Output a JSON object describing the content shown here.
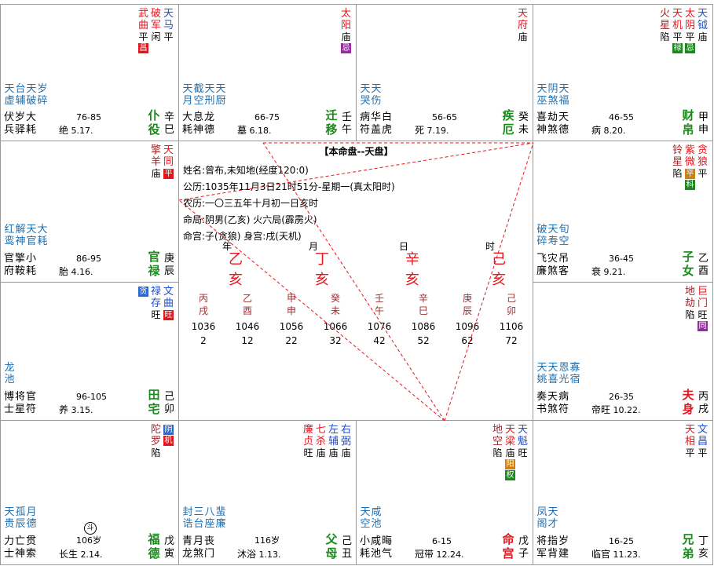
{
  "chart_title": "【本命盘--天盘】",
  "center": {
    "lines": [
      "姓名:曾布,未知地(经度120:0)",
      "公历:1035年11月3日21时51分-星期一(真太阳时)",
      "农历:一〇三五年十月初一日亥时",
      "命局:阴男(乙亥)    火六局(霹雳火)",
      "命宫:子(贪狼)       身宫:戌(天机)"
    ],
    "pillar_heads": [
      "年",
      "月",
      "日",
      "时"
    ],
    "pillars": [
      [
        "乙",
        "亥"
      ],
      [
        "丁",
        "亥"
      ],
      [
        "辛",
        "亥"
      ],
      [
        "己",
        "亥"
      ]
    ],
    "luck_gz": [
      [
        "丙",
        "戌"
      ],
      [
        "乙",
        "酉"
      ],
      [
        "甲",
        "申"
      ],
      [
        "癸",
        "未"
      ],
      [
        "壬",
        "午"
      ],
      [
        "辛",
        "巳"
      ],
      [
        "庚",
        "辰"
      ],
      [
        "己",
        "卯"
      ]
    ],
    "luck_years": [
      "1036",
      "1046",
      "1056",
      "1066",
      "1076",
      "1086",
      "1096",
      "1106"
    ],
    "luck_ages": [
      "2",
      "12",
      "22",
      "32",
      "42",
      "52",
      "62",
      "72"
    ]
  },
  "colors": {
    "hua_red": "#e8141b",
    "hua_green": "#1a8a1a",
    "hua_orange": "#d08010",
    "hua_purple": "#9a2aa0",
    "hua_blue": "#2a6ad0",
    "grid": "#9a9a9a"
  },
  "palaces": [
    {
      "id": "si",
      "row": 0,
      "col": 0,
      "stars": [
        {
          "name": [
            "天",
            "马"
          ],
          "color": "blue",
          "br": "平"
        },
        {
          "name": [
            "破",
            "军"
          ],
          "color": "red",
          "br": "闲"
        },
        {
          "name": [
            "武",
            "曲"
          ],
          "color": "red",
          "br": "平",
          "hua": "昌",
          "hua_color": "hua_red"
        }
      ],
      "minor": [
        [
          "天",
          "虚"
        ],
        [
          "台",
          "辅"
        ],
        [
          "天",
          "破"
        ],
        [
          "岁",
          "碎"
        ]
      ],
      "gods": [
        "伏岁大",
        "兵驿耗"
      ],
      "range": "76-85",
      "cs": "绝",
      "date": "5.17.",
      "palace": [
        "仆",
        "役"
      ],
      "gz": [
        "辛",
        "巳"
      ]
    },
    {
      "id": "wu",
      "row": 0,
      "col": 1,
      "stars": [
        {
          "name": [
            "太",
            "阳"
          ],
          "color": "red",
          "br": "庙",
          "hua": "忌",
          "hua_color": "hua_purple"
        }
      ],
      "minor": [
        [
          "天",
          "月"
        ],
        [
          "截",
          "空"
        ],
        [
          "天",
          "刑"
        ],
        [
          "天",
          "厨"
        ]
      ],
      "gods": [
        "大息龙",
        "耗神德"
      ],
      "range": "66-75",
      "cs": "墓",
      "date": "6.18.",
      "palace": [
        "迁",
        "移"
      ],
      "gz": [
        "壬",
        "午"
      ]
    },
    {
      "id": "wei",
      "row": 0,
      "col": 2,
      "stars": [
        {
          "name": [
            "天",
            "府"
          ],
          "color": "red",
          "br": "庙"
        }
      ],
      "minor": [
        [
          "天",
          "哭"
        ],
        [
          "天",
          "伤"
        ]
      ],
      "gods": [
        "病华白",
        "符盖虎"
      ],
      "range": "56-65",
      "cs": "死",
      "date": "7.19.",
      "palace": [
        "疾",
        "厄"
      ],
      "gz": [
        "癸",
        "未"
      ]
    },
    {
      "id": "shen",
      "row": 0,
      "col": 3,
      "stars": [
        {
          "name": [
            "天",
            "钺"
          ],
          "color": "blue",
          "br": "庙"
        },
        {
          "name": [
            "太",
            "阴"
          ],
          "color": "red",
          "br": "平",
          "hua": "忌",
          "hua_color": "hua_green"
        },
        {
          "name": [
            "天",
            "机"
          ],
          "color": "red",
          "br": "平",
          "hua": "禄",
          "hua_color": "hua_green"
        },
        {
          "name": [
            "火",
            "星"
          ],
          "color": "darkred",
          "br": "陷"
        }
      ],
      "minor": [
        [
          "天",
          "巫"
        ],
        [
          "阴",
          "煞"
        ],
        [
          "天",
          "福"
        ]
      ],
      "gods": [
        "喜劫天",
        "神煞德"
      ],
      "range": "46-55",
      "cs": "病",
      "date": "8.20.",
      "palace": [
        "财",
        "帛"
      ],
      "gz": [
        "甲",
        "申"
      ]
    },
    {
      "id": "chen",
      "row": 1,
      "col": 0,
      "stars": [
        {
          "name": [
            "天",
            "同"
          ],
          "color": "red",
          "br": "",
          "hua": "平",
          "hua_color": "hua_red"
        },
        {
          "name": [
            "擎",
            "羊"
          ],
          "color": "darkred",
          "br": "庙"
        }
      ],
      "minor": [
        [
          "红",
          "鸾"
        ],
        [
          "解",
          "神"
        ],
        [
          "天",
          "官"
        ],
        [
          "大",
          "耗"
        ]
      ],
      "gods": [
        "官擎小",
        "府鞍耗"
      ],
      "range": "86-95",
      "cs": "胎",
      "date": "4.16.",
      "palace": [
        "官",
        "禄"
      ],
      "gz": [
        "庚",
        "辰"
      ]
    },
    {
      "id": "you",
      "row": 1,
      "col": 3,
      "stars": [
        {
          "name": [
            "贪",
            "狼"
          ],
          "color": "red",
          "br": "平"
        },
        {
          "name": [
            "紫",
            "微"
          ],
          "color": "red",
          "br": "",
          "hua": "平",
          "hua_color": "hua_orange",
          "hua2": "科",
          "hua2_color": "hua_green"
        },
        {
          "name": [
            "铃",
            "星"
          ],
          "color": "darkred",
          "br": "陷"
        }
      ],
      "minor": [
        [
          "破",
          "碎"
        ],
        [
          "天",
          "寿"
        ],
        [
          "旬",
          "空"
        ]
      ],
      "gods": [
        "飞灾吊",
        "廉煞客"
      ],
      "range": "36-45",
      "cs": "衰",
      "date": "9.21.",
      "palace": [
        "子",
        "女"
      ],
      "gz": [
        "乙",
        "酉"
      ]
    },
    {
      "id": "mao",
      "row": 2,
      "col": 0,
      "stars": [
        {
          "name": [
            "文",
            "曲"
          ],
          "color": "blue",
          "br": "",
          "hua": "旺",
          "hua_color": "hua_red"
        },
        {
          "name": [
            "禄",
            "存"
          ],
          "color": "blue",
          "br": "旺"
        },
        {
          "name": [
            "",
            ""
          ],
          "color": "blue",
          "br": "",
          "hua": "贪",
          "hua_color": "hua_blue"
        },
        {
          "name": [
            "龙",
            "池"
          ],
          "color": "blue",
          "br": "",
          "minor": true
        }
      ],
      "minor": [
        [
          "龙",
          "池"
        ]
      ],
      "gods": [
        "博将官",
        "士星符"
      ],
      "range": "96-105",
      "cs": "养",
      "date": "3.15.",
      "palace": [
        "田",
        "宅"
      ],
      "gz": [
        "己",
        "卯"
      ]
    },
    {
      "id": "xu",
      "row": 2,
      "col": 3,
      "stars": [
        {
          "name": [
            "巨",
            "门"
          ],
          "color": "red",
          "br": "旺",
          "hua": "同",
          "hua_color": "hua_purple"
        },
        {
          "name": [
            "地",
            "劫"
          ],
          "color": "darkred",
          "br": "陷"
        }
      ],
      "minor": [
        [
          "天",
          "姚"
        ],
        [
          "天",
          "喜"
        ],
        [
          "恩",
          "光"
        ],
        [
          "寡",
          "宿"
        ]
      ],
      "gods": [
        "奏天病",
        "书煞符"
      ],
      "range": "26-35",
      "cs": "帝旺",
      "date": "10.22.",
      "palace": [
        "夫",
        "身"
      ],
      "gz": [
        "丙",
        "戌"
      ],
      "palace_mine": true
    },
    {
      "id": "yin",
      "row": 3,
      "col": 0,
      "stars": [
        {
          "name": [
            "",
            ""
          ],
          "color": "red",
          "br": "",
          "hua": "阴",
          "hua_color": "hua_blue",
          "hua2": "机",
          "hua2_color": "hua_red"
        },
        {
          "name": [
            "陀",
            "罗"
          ],
          "color": "darkred",
          "br": "陷"
        }
      ],
      "minor": [
        [
          "天",
          "贵"
        ],
        [
          "孤",
          "辰"
        ],
        [
          "月",
          "德"
        ]
      ],
      "gods": [
        "力亡贯",
        "士神索"
      ],
      "range": "106岁",
      "cs": "长生",
      "date": "2.14.",
      "palace": [
        "福",
        "德"
      ],
      "gz": [
        "戊",
        "寅"
      ],
      "mark": "斗"
    },
    {
      "id": "chou",
      "row": 3,
      "col": 1,
      "stars": [
        {
          "name": [
            "右",
            "弼"
          ],
          "color": "blue",
          "br": "庙"
        },
        {
          "name": [
            "左",
            "辅"
          ],
          "color": "blue",
          "br": "庙"
        },
        {
          "name": [
            "七",
            "杀"
          ],
          "color": "red",
          "br": "庙"
        },
        {
          "name": [
            "廉",
            "贞"
          ],
          "color": "red",
          "br": "旺"
        }
      ],
      "minor": [
        [
          "封",
          "诰"
        ],
        [
          "三",
          "台"
        ],
        [
          "八",
          "座"
        ],
        [
          "蜚",
          "廉"
        ]
      ],
      "gods": [
        "青月丧",
        "龙煞门"
      ],
      "range": "116岁",
      "cs": "沐浴",
      "date": "1.13.",
      "palace": [
        "父",
        "母"
      ],
      "gz": [
        "己",
        "丑"
      ]
    },
    {
      "id": "zi",
      "row": 3,
      "col": 2,
      "stars": [
        {
          "name": [
            "天",
            "魁"
          ],
          "color": "blue",
          "br": "旺"
        },
        {
          "name": [
            "天",
            "梁"
          ],
          "color": "red",
          "br": "庙",
          "hua": "阳",
          "hua_color": "hua_orange",
          "hua2": "权",
          "hua2_color": "hua_green"
        },
        {
          "name": [
            "地",
            "空"
          ],
          "color": "darkred",
          "br": "陷"
        }
      ],
      "minor": [
        [
          "天",
          "空"
        ],
        [
          "咸",
          "池"
        ]
      ],
      "gods": [
        "小咸晦",
        "耗池气"
      ],
      "range": "6-15",
      "cs": "冠带",
      "date": "12.24.",
      "palace": [
        "命",
        "宫"
      ],
      "gz": [
        "戊",
        "子"
      ],
      "palace_mine": true
    },
    {
      "id": "hai",
      "row": 3,
      "col": 3,
      "stars": [
        {
          "name": [
            "文",
            "昌"
          ],
          "color": "blue",
          "br": "平"
        },
        {
          "name": [
            "天",
            "相"
          ],
          "color": "red",
          "br": "平"
        }
      ],
      "minor": [
        [
          "凤",
          "阁"
        ],
        [
          "天",
          "才"
        ]
      ],
      "gods": [
        "将指岁",
        "军背建"
      ],
      "range": "16-25",
      "cs": "临官",
      "date": "11.23.",
      "palace": [
        "兄",
        "弟"
      ],
      "gz": [
        "丁",
        "亥"
      ]
    }
  ]
}
